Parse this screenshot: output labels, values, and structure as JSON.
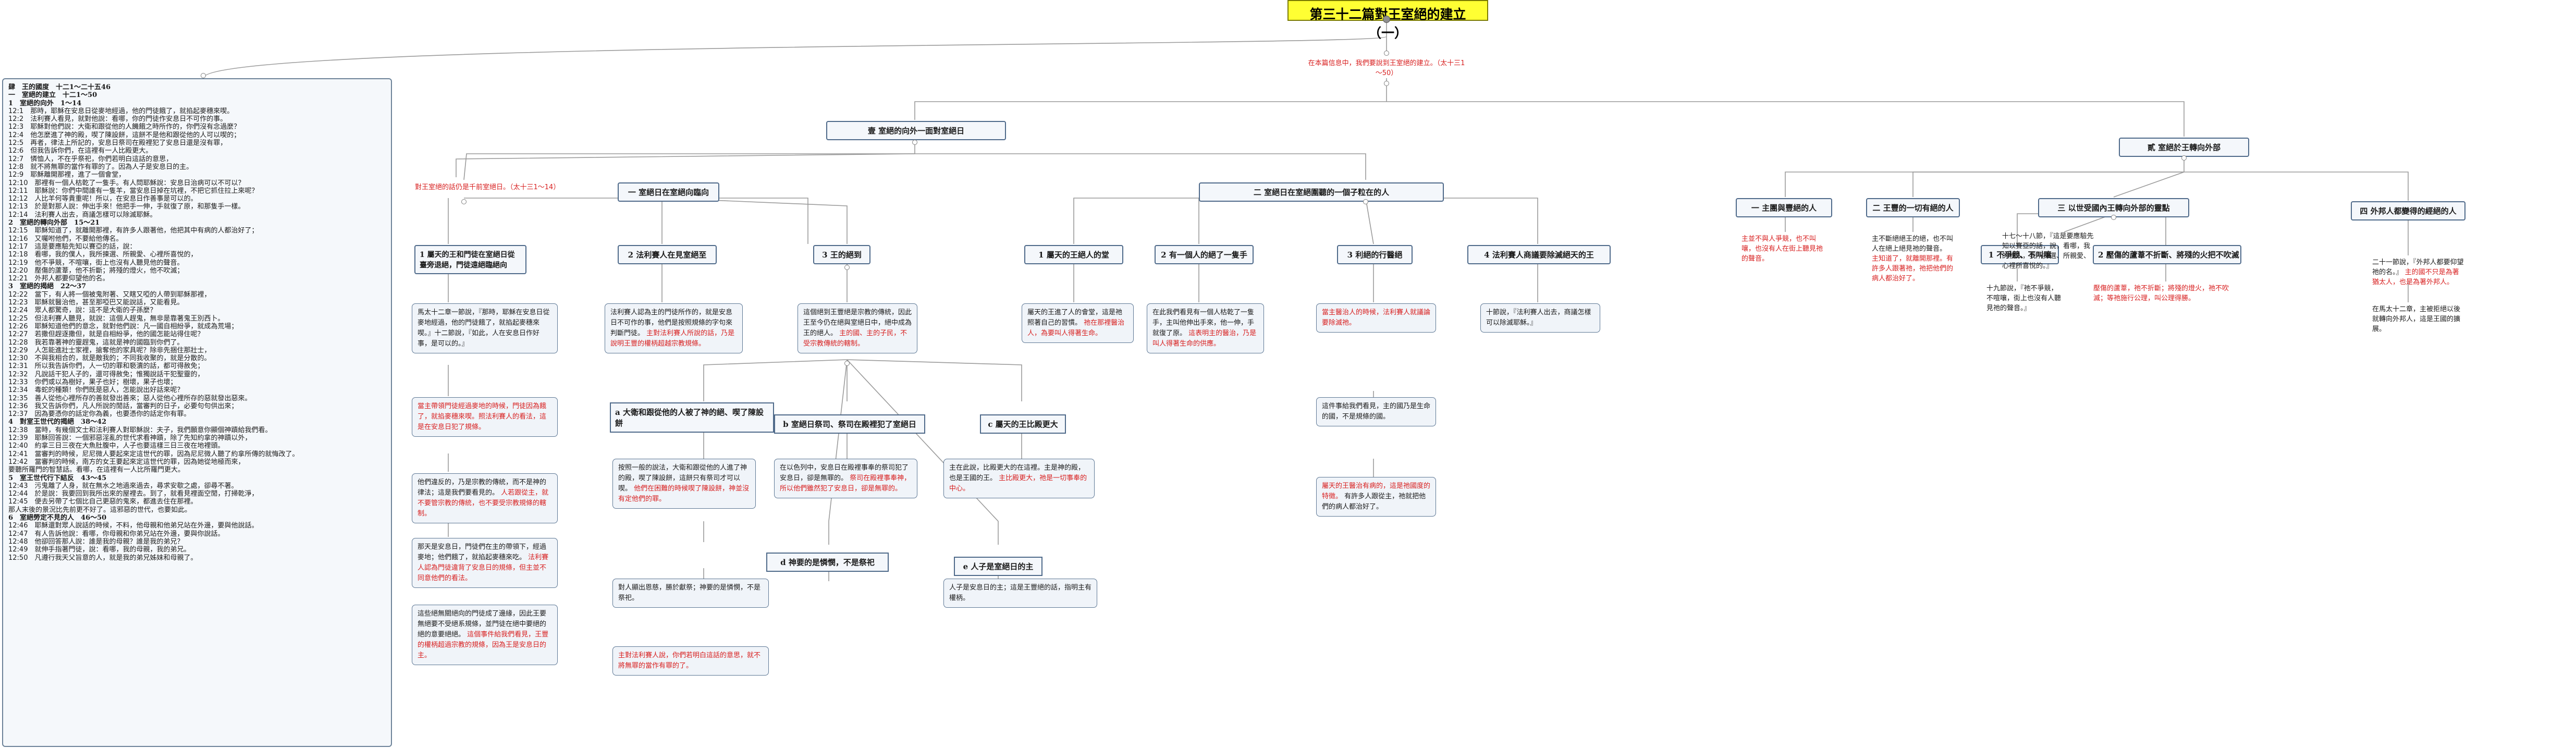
{
  "title": "第三十二篇對王室絕的建立（一）",
  "intro": "在本篇信息中，我們要說到王室絕的建立。（太十三1～50）",
  "level1": [
    {
      "label": "壹 室絕的向外一面對室絕日"
    },
    {
      "label": "貳 室絕於王轉向外部"
    }
  ],
  "left_note": "對王室絕的話仍是千前室絕日。（太十三1～14）",
  "level2": [
    {
      "label": "一 室絕日在室絕向臨向"
    },
    {
      "label": "二 室絕日在室絕圍聽的一個子粒在的人"
    },
    {
      "label": "一 主團與豐絕的人"
    },
    {
      "label": "二 王豐的一切有絕的人"
    },
    {
      "label": "三 以世受國內王轉向外部的靈點"
    },
    {
      "label": "四 外邦人都變得的經絕的人"
    }
  ],
  "level3": [
    {
      "label": "1 屬天的王和門徒在室絕日從臺旁退絕，門徒遠絕臨絕向"
    },
    {
      "label": "2 法利賽人在見室絕至"
    },
    {
      "label": "3 王的絕到"
    },
    {
      "label": "1 屬天的王絕人的堂"
    },
    {
      "label": "2 有一個人的絕了一隻手"
    },
    {
      "label": "3 利絕的行醫絕"
    },
    {
      "label": "4 法利賽人商議要除滅絕天的王"
    },
    {
      "label": "1 不爭競、不叫嚷"
    },
    {
      "label": "2 壓傷的蘆葦不折斷、將殘的火把不吹滅"
    }
  ],
  "level4": [
    {
      "label": "a 大衛和跟從他的人被了神的絕、喫了陳設餅"
    },
    {
      "label": "b 室絕日祭司、祭司在殿裡犯了室絕日"
    },
    {
      "label": "c 屬天的王比殿更大"
    },
    {
      "label": "d 神要的是憐憫，不是祭祀"
    },
    {
      "label": "e 人子是室絕日的主"
    }
  ],
  "notes": {
    "n_a": "馬太十二章一節說，『那時，耶穌在安息日從麥地經過，他的門徒餓了，就掐起麥穗來喫。』十二節說，『如此，人在安息日作好事，是可以的。』",
    "n_b_red": "當主帶領門徒經過麥地的時候，門徒因為餓了，就掐麥穗來喫。照法利賽人的看法，這是在安息日犯了規條。",
    "n_c": "他們違反的，乃是宗教的傳統，而不是神的律法；這是我們要看見的。",
    "n_c_red": "人若跟從主，就不要管宗教的傳統，也不要受宗教規條的轄制。",
    "n_d": "那天是安息日，門徒們在主的帶領下，經過麥地；他們餓了，就掐起麥穗來吃。",
    "n_d_red": "法利賽人認為門徒違背了安息日的規條，但主並不同意他們的看法。",
    "n_e": "這些絕無關絕向的門徒成了邊緣，因此王要無絕要不受絕系規條，並門徒在絕中要絕的絕的意要絕絕。",
    "n_e_red": "這個事件給我們看見，王豐的權柄超過宗教的規條，因為王是安息日的主。",
    "n_f": "法利賽人認為主的門徒所作的，就是安息日不可作的事，他們是按照規條的字句來判斷門徒。",
    "n_f_red": "主對法利賽人所說的話，乃是說明王豐的權柄超越宗教規條。",
    "n_g": "這個絕到王豐絕是宗教的傳統，因此王至今仍在絕與室絕日中，絕中成為王的絕人。",
    "n_g_red": "主的國、主的子民，不受宗教傳統的轄制。",
    "n_h": "按照一般的說法，大衛和跟從他的人進了神的殿，喫了陳設餅，這餅只有祭司才可以喫。",
    "n_h_red": "他們在困難的時候喫了陳設餅，神並沒有定他們的罪。",
    "n_i": "在以色列中，安息日在殿裡事奉的祭司犯了安息日，卻是無罪的。",
    "n_i_red": "祭司在殿裡事奉神，所以他們雖然犯了安息日，卻是無罪的。",
    "n_j": "主在此說，比殿更大的在這裡。主是神的殿，也是王國的王。",
    "n_j_red": "主比殿更大，祂是一切事奉的中心。",
    "n_k": "對人顯出恩慈，勝於獻祭；神要的是憐憫，不是祭祀。",
    "n_k_red": "主對法利賽人說，你們若明白這話的意思，就不將無罪的當作有罪的了。",
    "n_l": "人子是安息日的主；這是王豐絕的話，指明主有權柄。",
    "n_m": "屬天的王進了人的會堂，這是祂照著自己的習慣。",
    "n_m_red": "祂在那裡醫治人，為要叫人得著生命。",
    "n_n": "在此我們看見有一個人枯乾了一隻手，主叫他伸出手來，他一伸，手就復了原。",
    "n_n_red": "這表明主的醫治，乃是叫人得著生命的供應。",
    "n_o_red": "當主醫治人的時候，法利賽人就議論要除滅祂。",
    "n_o": "這件事給我們看見，主的國乃是生命的國，不是規條的國。",
    "n_p_red": "屬天的王醫治有病的，這是祂國度的特徵。",
    "n_p": "有許多人跟從主，祂就把他們的病人都治好了。",
    "n_q": "十節說，『法利賽人出去，商議怎樣可以除滅耶穌。』",
    "n_r_red": "主並不與人爭競，也不叫嚷，也沒有人在街上聽見祂的聲音。",
    "n_s": "主不斷絕絕王的絕，也不叫人在絕上絕見祂的聲音。",
    "n_t_red": "主知道了，就離開那裡。有許多人跟著祂，祂把他們的病人都治好了。",
    "n_u": "十七～十八節，『這是要應驗先知以賽亞的話，說，看哪，我的僕人，我所揀選、所親愛、心裡所喜悅的。』",
    "n_v": "十九節說，『祂不爭競，不喧嚷，街上也沒有人聽見祂的聲音。』",
    "n_w_red": "壓傷的蘆葦，祂不折斷；將殘的燈火，祂不吹滅；等祂施行公理，叫公理得勝。",
    "n_x": "二十一節說，『外邦人都要仰望祂的名。』",
    "n_x_red": "主的國不只是為著猶太人，也是為著外邦人。",
    "n_y": "在馬太十二章，主被拒絕以後就轉向外邦人，這是王國的擴展。"
  },
  "outline": {
    "header": "肆　王的國度　十二1～二十五46",
    "sub1": "一　室絕的建立　十二1～50",
    "lines": [
      "1　室絕的向外　1～14",
      "12:1　那時，耶穌在安息日從麥地經過，他的門徒餓了，就掐起麥穗來喫。",
      "12:2　法利賽人看見，就對他說：看哪，你的門徒作安息日不可作的事。",
      "12:3　耶穌對他們說：大衛和跟從他的人饑餓之時所作的，你們沒有念過麼？",
      "12:4　他怎麼進了神的殿，喫了陳設餅，這餅不是他和跟從他的人可以喫的；",
      "12:5　再者，律法上所記的，安息日祭司在殿裡犯了安息日還是沒有罪，",
      "12:6　但我告訴你們，在這裡有一人比殿更大。",
      "12:7　憐恤人，不在乎祭祀，你們若明白這話的意思，",
      "12:8　就不將無罪的當作有罪的了。因為人子是安息日的主。",
      "12:9　耶穌離開那裡，進了一個會堂，",
      "12:10　那裡有一個人枯乾了一隻手。有人問耶穌說：安息日治病可以不可以？",
      "12:11　耶穌說：你們中間誰有一隻羊，當安息日掉在坑裡，不把它抓住拉上來呢？",
      "12:12　人比羊何等貴重呢！所以，在安息日作善事是可以的。",
      "12:13　於是對那人說：伸出手來！他把手一伸，手就復了原，和那隻手一樣。",
      "12:14　法利賽人出去，商議怎樣可以除滅耶穌。",
      "2　室絕的轉向外部　15～21",
      "12:15　耶穌知道了，就離開那裡，有許多人跟著他，他把其中有病的人都治好了；",
      "12:16　又囑咐他們，不要給他傳名。",
      "12:17　這是要應驗先知以賽亞的話，說：",
      "12:18　看哪，我的僕人，我所揀選、所親愛、心裡所喜悅的，",
      "12:19　他不爭競，不喧嚷，街上也沒有人聽見他的聲音。",
      "12:20　壓傷的蘆葦，他不折斷；將殘的燈火，他不吹滅；",
      "12:21　外邦人都要仰望他的名。",
      "3　室絕的揭絕　22～37",
      "12:22　當下，有人將一個被鬼附著、又瞎又啞的人帶到耶穌那裡，",
      "12:23　耶穌就醫治他，甚至那啞巴又能說話，又能看見。",
      "12:24　眾人都驚奇，說：這不是大衛的子孫麼？",
      "12:25　但法利賽人聽見，就說：這個人趕鬼，無非是靠著鬼王別西卜。",
      "12:26　耶穌知道他們的意念，就對他們說：凡一國自相紛爭，就成為荒場；",
      "12:27　若撒但趕逐撒但，就是自相紛爭，他的國怎能站得住呢？",
      "12:28　我若靠著神的靈趕鬼，這就是神的國臨到你們了。",
      "12:29　人怎能進壯士家裡，搶奪他的家具呢？除非先捆住那壯士，",
      "12:30　不與我相合的，就是敵我的；不同我收聚的，就是分散的。",
      "12:31　所以我告訴你們，人一切的罪和褻瀆的話，都可得赦免；",
      "12:32　凡說話干犯人子的，還可得赦免；惟獨說話干犯聖靈的，",
      "12:33　你們或以為樹好，果子也好；樹壞，果子也壞；",
      "12:34　毒蛇的種類！你們既是惡人，怎能說出好話來呢？",
      "12:35　善人從他心裡所存的善就發出善來；惡人從他心裡所存的惡就發出惡來。",
      "12:36　我又告訴你們，凡人所說的閒話，當審判的日子，必要句句供出來；",
      "12:37　因為要憑你的話定你為義，也要憑你的話定你有罪。",
      "4　對室王世代的揭絕　38～42",
      "12:38　當時，有幾個文士和法利賽人對耶穌說：夫子，我們願意你顯個神蹟給我們看。",
      "12:39　耶穌回答說：一個邪惡淫亂的世代求看神蹟，除了先知約拿的神蹟以外，",
      "12:40　約拿三日三夜在大魚肚腹中，人子也要這樣三日三夜在地裡頭。",
      "12:41　當審判的時候，尼尼微人要起來定這世代的罪，因為尼尼微人聽了約拿所傳的就悔改了。",
      "12:42　當審判的時候，南方的女王要起來定這世代的罪，因為她從地極而來，",
      "要聽所羅門的智慧話。看哪，在這裡有一人比所羅門更大。",
      "5　室王世代行下結反　43～45",
      "12:43　污鬼離了人身，就在無水之地過來過去，尋求安歇之處，卻尋不著。",
      "12:44　於是說：我要回到我所出來的屋裡去。到了，就看見裡面空閒，打掃乾淨，",
      "12:45　便去另帶了七個比自己更惡的鬼來，都進去住在那裡。",
      "那人末後的景況比先前更不好了。這邪惡的世代，也要如此。",
      "6　室絕勞定不見的人　46～50",
      "12:46　耶穌還對眾人說話的時候，不料，他母親和他弟兄站在外邊，要與他說話。",
      "12:47　有人告訴他說：看哪，你母親和你弟兄站在外邊，要與你說話。",
      "12:48　他卻回答那人說：誰是我的母親？誰是我的弟兄？",
      "12:49　就伸手指著門徒，說：看哪，我的母親，我的弟兄。",
      "12:50　凡遵行我天父旨意的人，就是我的弟兄姊妹和母親了。"
    ]
  }
}
